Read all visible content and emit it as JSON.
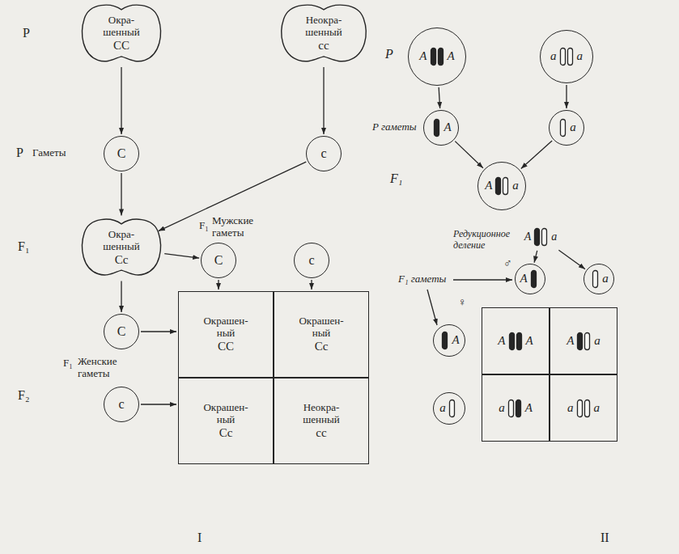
{
  "diagram": {
    "nodes": [
      {
        "text": [
          "Окра- шенный",
          "CC"
        ]
      },
      {
        "text": [
          "Неокра- шенный",
          "cc"
        ]
      },
      {
        "text": [
          "C"
        ]
      },
      {
        "text": [
          "c"
        ]
      },
      {
        "text": [
          "Окра- шенный",
          "Cc"
        ]
      },
      {
        "text": [
          "C"
        ]
      },
      {
        "text": [
          "c"
        ]
      },
      {
        "text": [
          "Окрашен- ный",
          "CC"
        ]
      },
      {
        "text": [
          "Окрашен- ный",
          "Cc"
        ]
      },
      {
        "text": [
          "Окрашен- ный",
          "Cc"
        ]
      },
      {
        "text": [
          "Неокра- шенный",
          "cc"
        ]
      },
      {
        "text": [
          "C"
        ]
      },
      {
        "text": [
          "c"
        ]
      },
      {
        "text": [
          "A",
          "A"
        ]
      },
      {
        "text": [
          "a",
          "a"
        ]
      },
      {
        "text": [
          "A"
        ]
      },
      {
        "text": [
          "a"
        ]
      },
      {
        "text": [
          "A",
          "a"
        ]
      },
      {
        "text": [
          "A",
          "a"
        ]
      },
      {
        "text": [
          "A"
        ]
      },
      {
        "text": [
          "a"
        ]
      },
      {
        "text": [
          "A"
        ]
      },
      {
        "text": [
          "a"
        ]
      },
      {
        "text": [
          "A",
          "A"
        ]
      },
      {
        "text": [
          "A",
          "a"
        ]
      },
      {
        "text": [
          "a",
          "A"
        ]
      },
      {
        "text": [
          "a",
          "a"
        ]
      }
    ],
    "edges": [
      {
        "from": 0,
        "to": 2,
        "arrow": "to"
      },
      {
        "from": 1,
        "to": 3,
        "arrow": "to"
      },
      {
        "from": 2,
        "to": 4,
        "arrow": "to"
      },
      {
        "from": 3,
        "to": 4,
        "arrow": "to"
      },
      {
        "from": 4,
        "to": 5,
        "arrow": "to"
      },
      {
        "from": 4,
        "to": 11,
        "arrow": "to"
      },
      {
        "from": 5,
        "to": 7,
        "arrow": "to"
      },
      {
        "from": 6,
        "to": 8,
        "arrow": "to"
      },
      {
        "from": 11,
        "to": 7,
        "arrow": "to"
      },
      {
        "from": 12,
        "to": 9,
        "arrow": "to"
      },
      {
        "from": 13,
        "to": 15,
        "arrow": "to"
      },
      {
        "from": 14,
        "to": 16,
        "arrow": "to"
      },
      {
        "from": 15,
        "to": 17,
        "arrow": "to"
      },
      {
        "from": 16,
        "to": 17,
        "arrow": "to"
      },
      {
        "from": 18,
        "to": 19,
        "arrow": "to"
      },
      {
        "from": 18,
        "to": 20,
        "arrow": "to"
      }
    ],
    "labels": [
      "P",
      "P",
      "Гаметы",
      "F₁",
      "F₁",
      "Мужские гаметы",
      "F₂",
      "F₁",
      "Женские гаметы",
      "I",
      "P",
      "P гаметы",
      "F₁",
      "Редукционное деление",
      "F₁ гаметы",
      "♂",
      "♀",
      "II"
    ]
  }
}
